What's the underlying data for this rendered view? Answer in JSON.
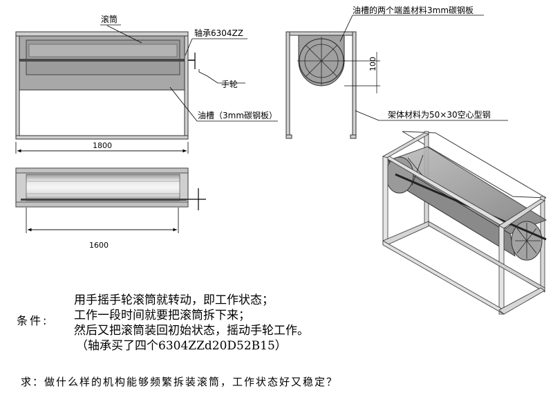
{
  "labels": {
    "drum": "滚筒",
    "bearing": "轴承6304ZZ",
    "handwheel": "手轮",
    "oil_tank": "油槽（3mm碳钢板）",
    "end_caps": "油槽的两个端盖材料3mm碳钢板",
    "frame": "架体材料为50×30空心型钢"
  },
  "dimensions": {
    "frame_length": "1800",
    "drum_length": "1600",
    "height": "100"
  },
  "conditions": {
    "title": "条件:",
    "lines": [
      "用手摇手轮滚筒就转动，即工作状态；",
      "工作一段时间就要把滚筒拆下来；",
      "然后又把滚筒装回初始状态，摇动手轮工作。",
      "（轴承买了四个6304ZZd20D52B15）"
    ]
  },
  "question": "求：做什么样的机构能够频繁拆装滚筒，工作状态好又稳定？"
}
